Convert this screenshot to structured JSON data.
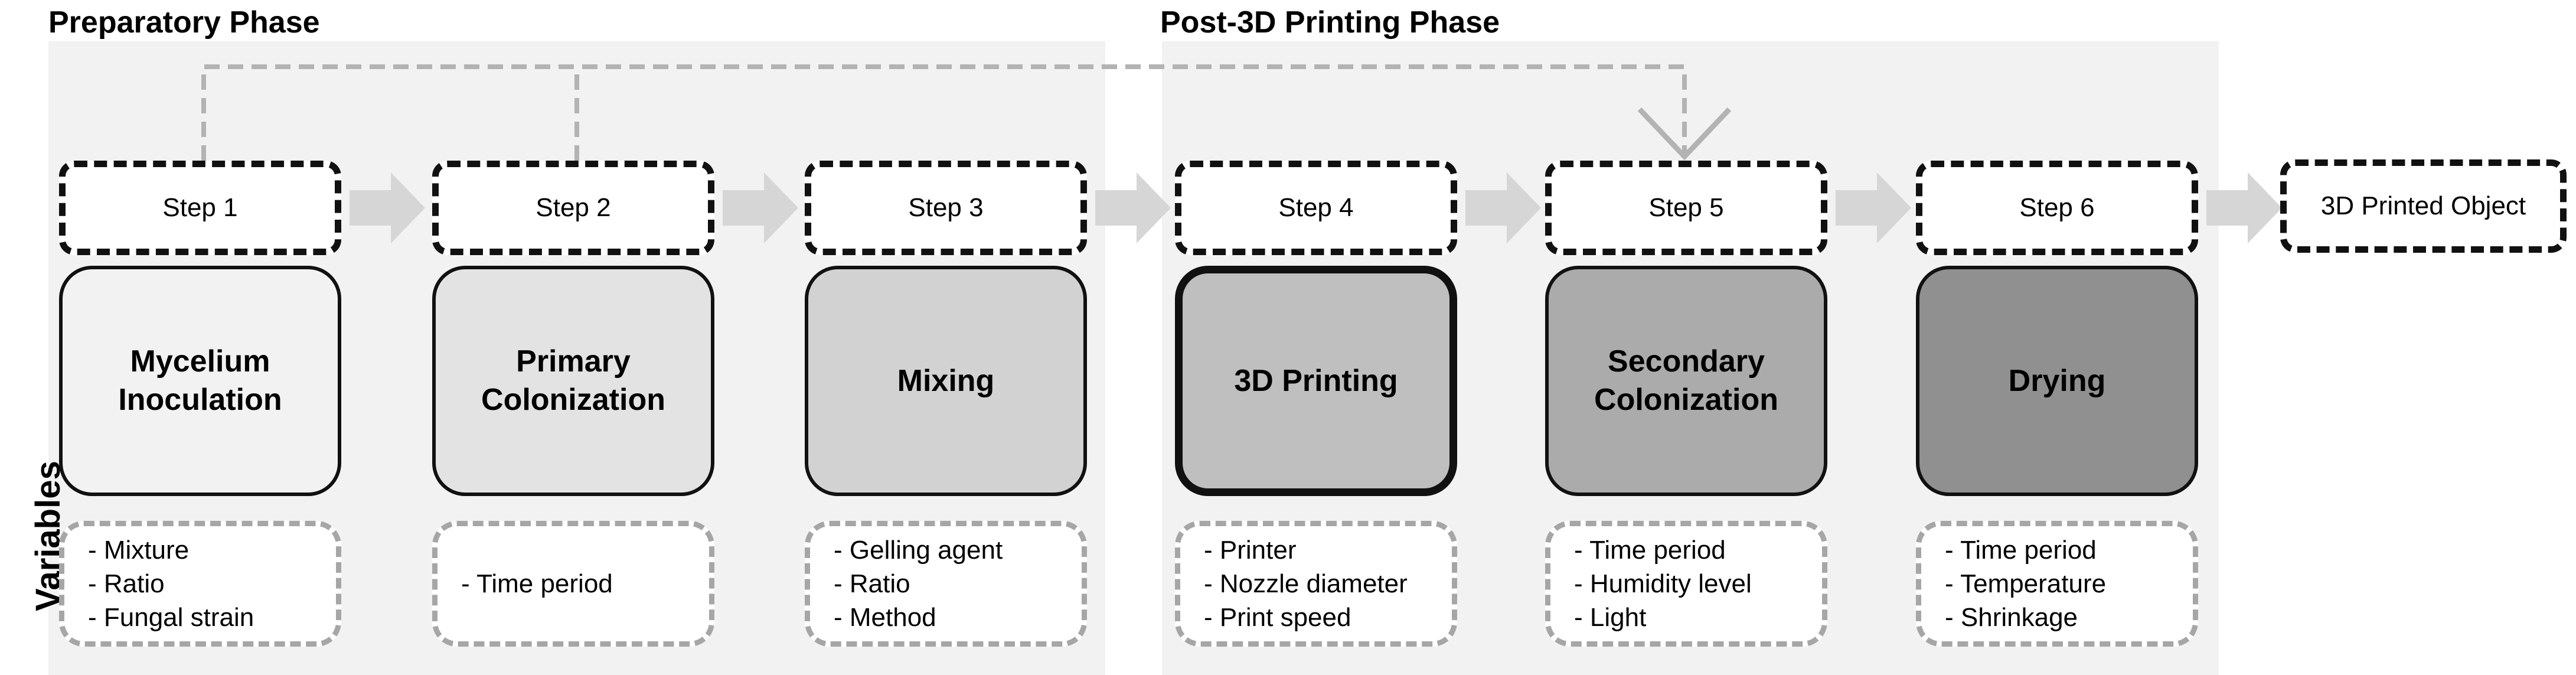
{
  "phases": {
    "preparatory": "Preparatory Phase",
    "post": "Post-3D Printing Phase"
  },
  "axis_label": "Variables",
  "steps": [
    {
      "step": "Step 1",
      "name": "Mycelium\nInoculation",
      "vars": [
        "- Mixture",
        "- Ratio",
        "- Fungal strain"
      ],
      "fill": "#f2f2f2"
    },
    {
      "step": "Step 2",
      "name": "Primary\nColonization",
      "vars": [
        "- Time period"
      ],
      "fill": "#e3e3e3"
    },
    {
      "step": "Step 3",
      "name": "Mixing",
      "vars": [
        "- Gelling agent",
        "- Ratio",
        "- Method"
      ],
      "fill": "#d2d2d2"
    },
    {
      "step": "Step 4",
      "name": "3D Printing",
      "vars": [
        "- Printer",
        "- Nozzle diameter",
        "- Print speed"
      ],
      "fill": "#bfbfbf"
    },
    {
      "step": "Step 5",
      "name": "Secondary\nColonization",
      "vars": [
        "- Time period",
        "- Humidity level",
        "- Light"
      ],
      "fill": "#ababab"
    },
    {
      "step": "Step 6",
      "name": "Drying",
      "vars": [
        "- Time period",
        "- Temperature",
        "- Shrinkage"
      ],
      "fill": "#909090"
    }
  ],
  "output": "3D Printed Object",
  "colors": {
    "arrow": "#d6d6d6",
    "connector": "#b3b3b3",
    "phase_bg": "#f2f2f2"
  }
}
